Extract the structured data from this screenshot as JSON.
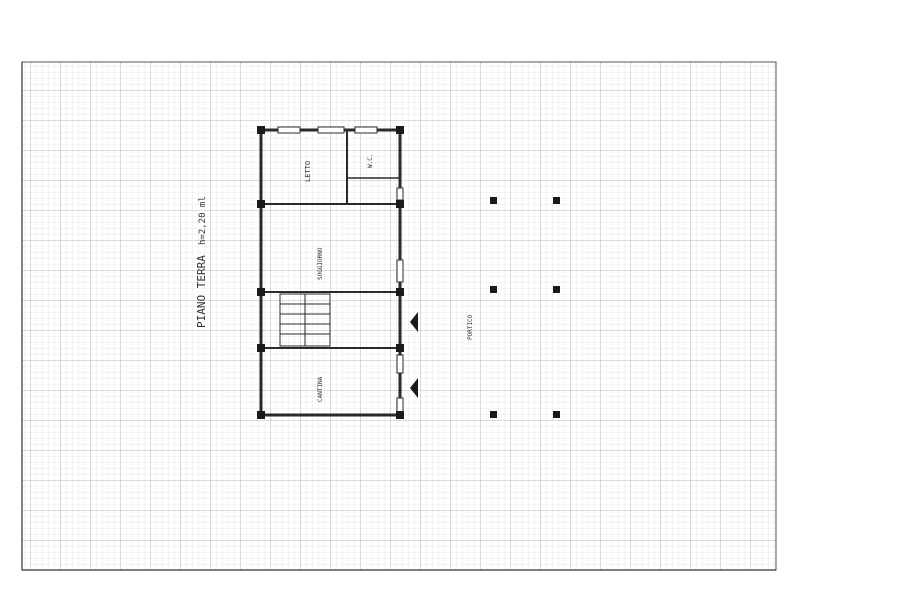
{
  "sheet": {
    "colors": {
      "ink": "#2a2a2a",
      "grid_fine": "#cfcfcf",
      "grid_major": "#9a9a9a",
      "paper": "#ffffff"
    }
  },
  "plan": {
    "title": "PIANO TERRA",
    "height_note": "h=2,20 ml",
    "rooms": {
      "letto": "LETTO",
      "wc": "W.C.",
      "soggiorno": "SOGGIORNO",
      "cantina": "CANTINA",
      "portico": "PORTICO"
    }
  }
}
